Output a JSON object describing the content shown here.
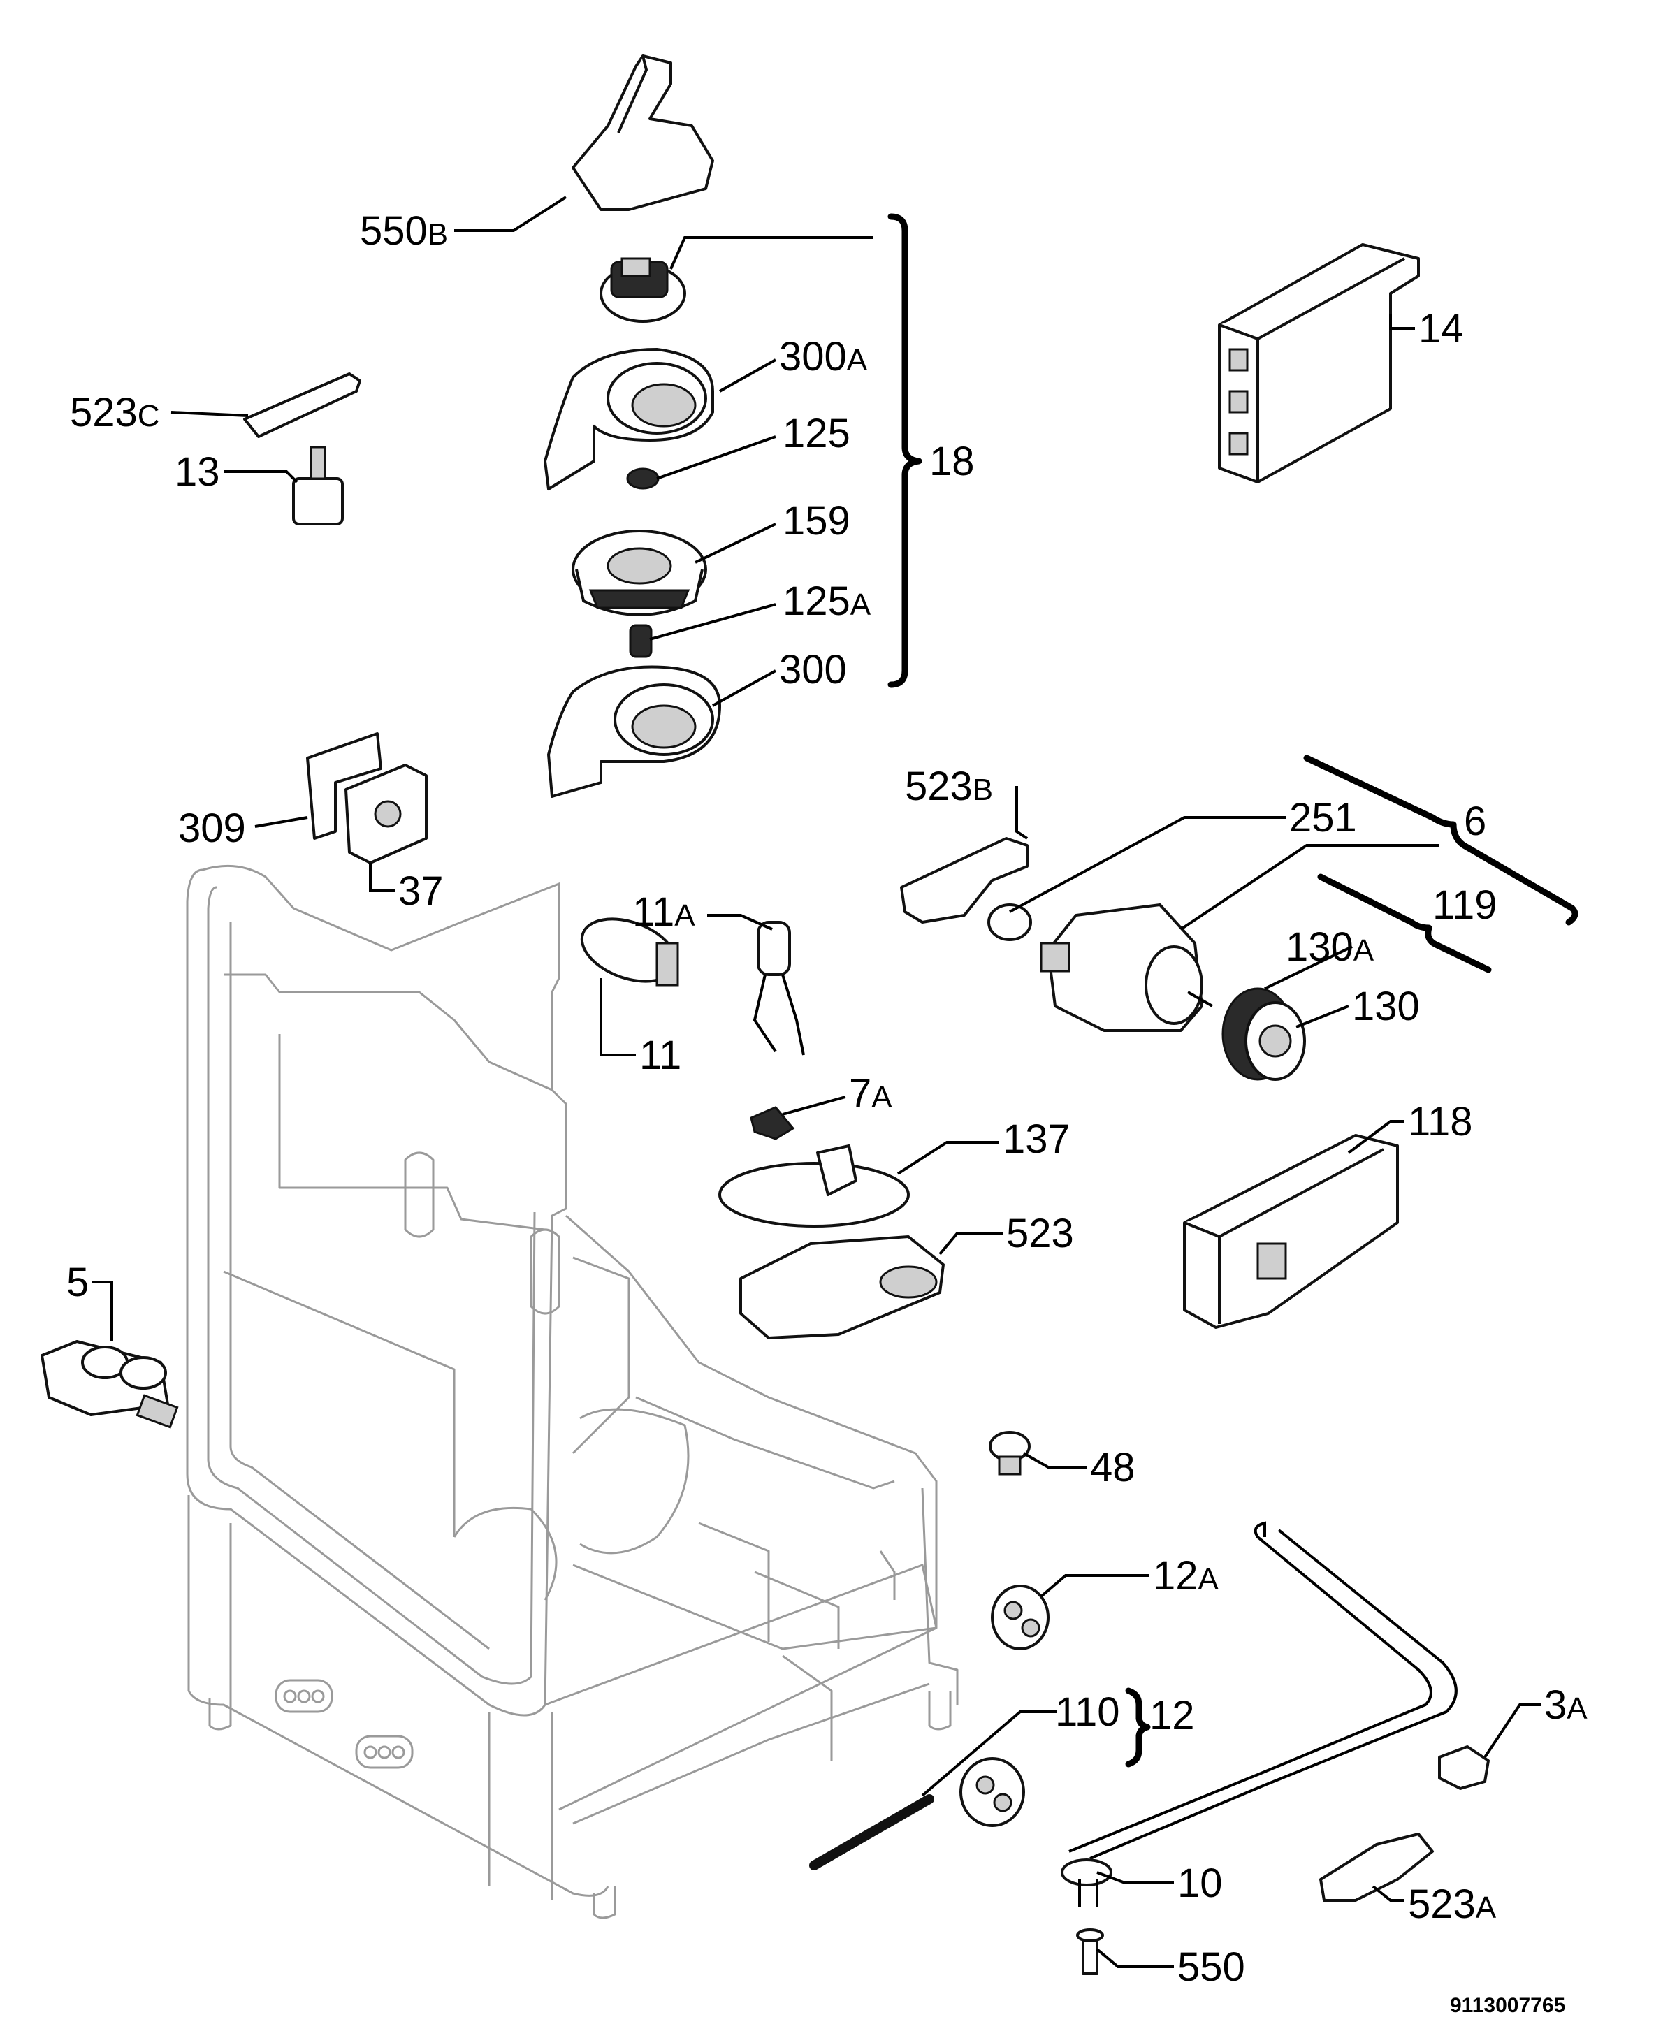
{
  "diagram": {
    "document_number": "9113007765",
    "callouts": [
      {
        "id": "550B",
        "num": "550",
        "suffix": "B"
      },
      {
        "id": "300A",
        "num": "300",
        "suffix": "A"
      },
      {
        "id": "125",
        "num": "125",
        "suffix": ""
      },
      {
        "id": "159",
        "num": "159",
        "suffix": ""
      },
      {
        "id": "125A",
        "num": "125",
        "suffix": "A"
      },
      {
        "id": "300",
        "num": "300",
        "suffix": ""
      },
      {
        "id": "18",
        "num": "18",
        "suffix": ""
      },
      {
        "id": "14",
        "num": "14",
        "suffix": ""
      },
      {
        "id": "523C",
        "num": "523",
        "suffix": "C"
      },
      {
        "id": "13",
        "num": "13",
        "suffix": ""
      },
      {
        "id": "309",
        "num": "309",
        "suffix": ""
      },
      {
        "id": "37",
        "num": "37",
        "suffix": ""
      },
      {
        "id": "523B",
        "num": "523",
        "suffix": "B"
      },
      {
        "id": "251",
        "num": "251",
        "suffix": ""
      },
      {
        "id": "6",
        "num": "6",
        "suffix": ""
      },
      {
        "id": "119",
        "num": "119",
        "suffix": ""
      },
      {
        "id": "130A",
        "num": "130",
        "suffix": "A"
      },
      {
        "id": "130",
        "num": "130",
        "suffix": ""
      },
      {
        "id": "11A",
        "num": "11",
        "suffix": "A"
      },
      {
        "id": "11",
        "num": "11",
        "suffix": ""
      },
      {
        "id": "7A",
        "num": "7",
        "suffix": "A"
      },
      {
        "id": "137",
        "num": "137",
        "suffix": ""
      },
      {
        "id": "118",
        "num": "118",
        "suffix": ""
      },
      {
        "id": "523",
        "num": "523",
        "suffix": ""
      },
      {
        "id": "5",
        "num": "5",
        "suffix": ""
      },
      {
        "id": "48",
        "num": "48",
        "suffix": ""
      },
      {
        "id": "12A",
        "num": "12",
        "suffix": "A"
      },
      {
        "id": "110",
        "num": "110",
        "suffix": ""
      },
      {
        "id": "12",
        "num": "12",
        "suffix": ""
      },
      {
        "id": "3A",
        "num": "3",
        "suffix": "A"
      },
      {
        "id": "523A",
        "num": "523",
        "suffix": "A"
      },
      {
        "id": "10",
        "num": "10",
        "suffix": ""
      },
      {
        "id": "550",
        "num": "550",
        "suffix": ""
      }
    ]
  }
}
